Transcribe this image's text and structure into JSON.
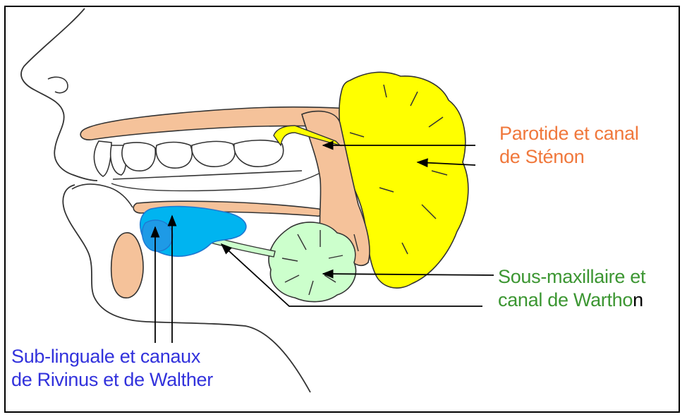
{
  "colors": {
    "parotid": "#ffff00",
    "parotid_duct": "#ffff00",
    "submandibular": "#ccffcc",
    "sublingual": "#00b4f0",
    "sublingual_dark": "#1e78d2",
    "bone": "#f5c29a",
    "outline": "#333333",
    "label_parotide": "#f0783c",
    "label_sous_maxillaire": "#3c9632",
    "label_sub_linguale": "#3232dc"
  },
  "labels": {
    "parotide": {
      "line1": "Parotide et canal",
      "line2": "de Sténon"
    },
    "sous_maxillaire": {
      "line1": "Sous-maxillaire et",
      "line2": "canal de Wartho",
      "line2_end": "n"
    },
    "sub_linguale": {
      "line1": "Sub-linguale et canaux",
      "line2": "de Rivinus et de Walther"
    }
  },
  "icons": [
    "arrow-icon"
  ]
}
